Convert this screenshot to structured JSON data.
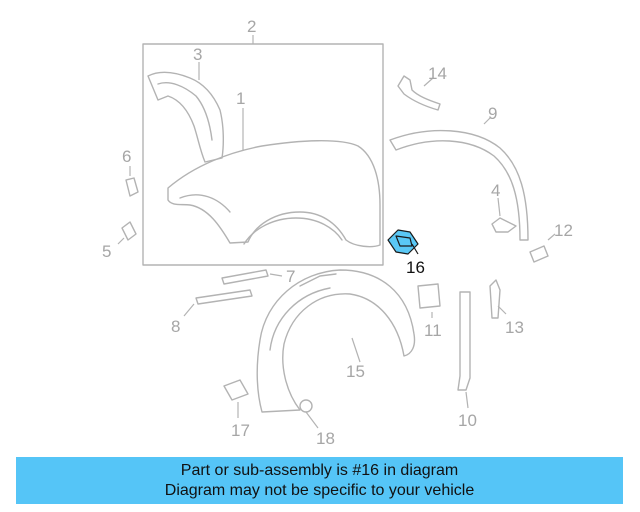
{
  "diagram": {
    "callouts": [
      "1",
      "2",
      "3",
      "4",
      "5",
      "6",
      "7",
      "8",
      "9",
      "10",
      "11",
      "12",
      "13",
      "14",
      "15",
      "16",
      "17",
      "18"
    ],
    "highlighted": "16",
    "highlight_color": "#5ac8f5"
  },
  "banner": {
    "line1": "Part or sub-assembly is #16 in diagram",
    "line2": "Diagram may not be specific to your vehicle",
    "color": "#55c5f7"
  }
}
